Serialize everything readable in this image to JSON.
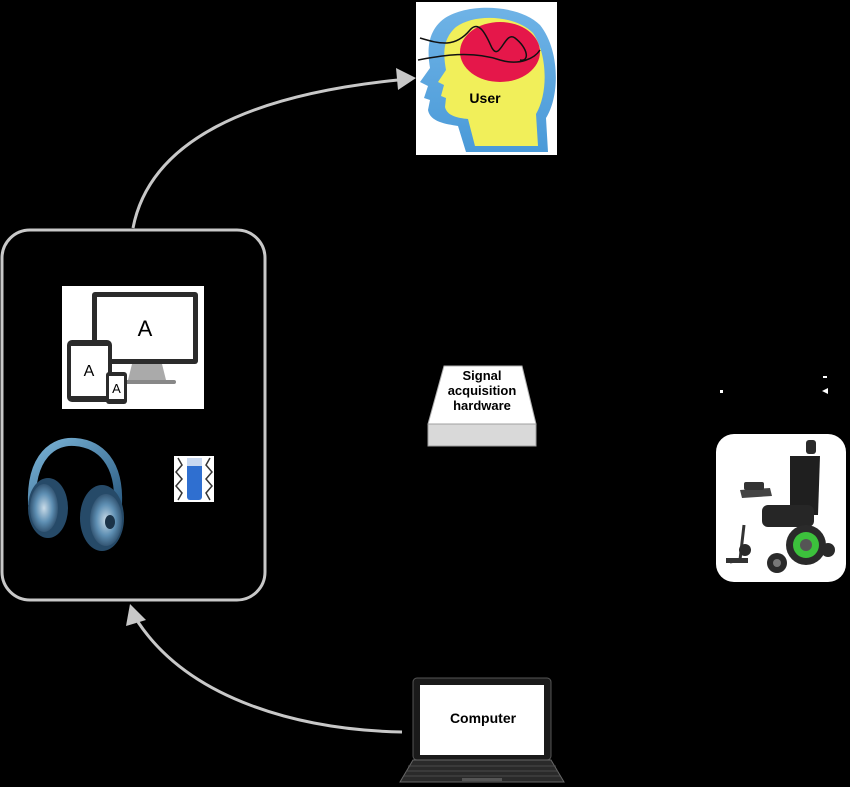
{
  "nodes": {
    "user": {
      "label": "User"
    },
    "signal_hardware": {
      "label_lines": [
        "Signal",
        "acquisition",
        "hardware"
      ]
    },
    "computer": {
      "label": "Computer"
    },
    "feedback_devices": {
      "monitor_large_letter": "A",
      "tablet_letter": "A",
      "phone_letter": "A"
    }
  },
  "colors": {
    "background": "#000000",
    "arrow": "#c8c8c8",
    "feedback_box_border": "#c8c8c8",
    "head_outer": "#6fb3e6",
    "head_inner": "#f1ef5a",
    "brain": "#e5174a",
    "wheelchair_accent": "#3cc13c"
  },
  "icons": {
    "user": "brain-head-icon",
    "monitor": "monitor-icon",
    "tablet": "tablet-icon",
    "phone": "phone-icon",
    "headphones": "headphones-icon",
    "vibration": "vibration-motor-icon",
    "laptop": "laptop-icon",
    "wheelchair": "wheelchair-icon"
  }
}
